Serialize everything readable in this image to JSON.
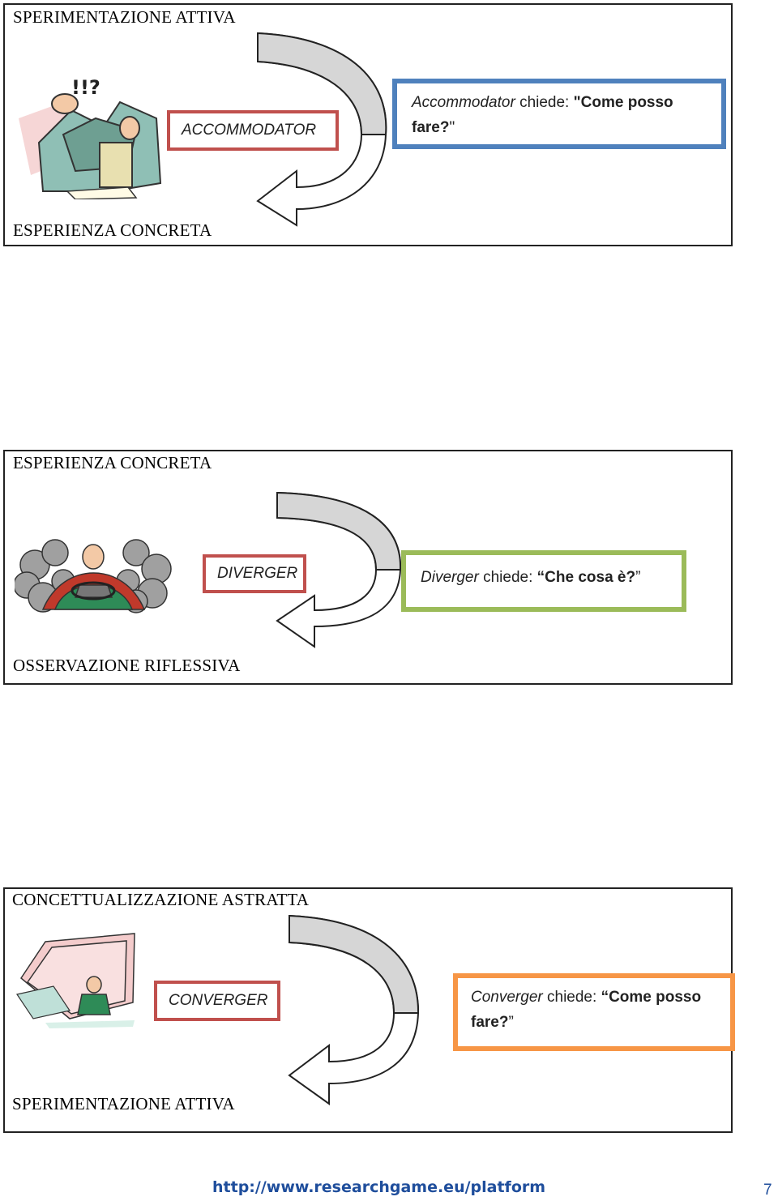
{
  "panels": [
    {
      "top_label": "SPERIMENTAZIONE ATTIVA",
      "bottom_label": "ESPERIENZA CONCRETA",
      "style_name": "ACCOMMODATOR",
      "question": {
        "who": "Accommodator",
        "verb": "chiede:",
        "open_quote": "\"",
        "text": "Come posso fare?",
        "close_quote": "\""
      },
      "question_color": "#4f81bd",
      "illustration_icon": "frustrated-man-tearing-paper-icon"
    },
    {
      "top_label": "ESPERIENZA CONCRETA",
      "bottom_label": "OSSERVAZIONE RIFLESSIVA",
      "style_name": "DIVERGER",
      "question": {
        "who": "Diverger",
        "verb": "chiede:",
        "open_quote": "“",
        "text": "Che cosa è?",
        "close_quote": "”"
      },
      "question_color": "#9bbb59",
      "illustration_icon": "stressed-driver-in-smoke-icon"
    },
    {
      "top_label": "CONCETTUALIZZAZIONE ASTRATTA",
      "bottom_label": "SPERIMENTAZIONE ATTIVA",
      "style_name": "CONVERGER",
      "question": {
        "who": "Converger",
        "verb": "chiede:",
        "open_quote": "“",
        "text": "Come posso fare?",
        "close_quote": "”"
      },
      "question_color": "#f79646",
      "illustration_icon": "man-under-paper-pile-icon"
    }
  ],
  "style_box_color": "#c0504d",
  "footer": {
    "link": "http://www.researchgame.eu/platform",
    "page_number": "7"
  }
}
